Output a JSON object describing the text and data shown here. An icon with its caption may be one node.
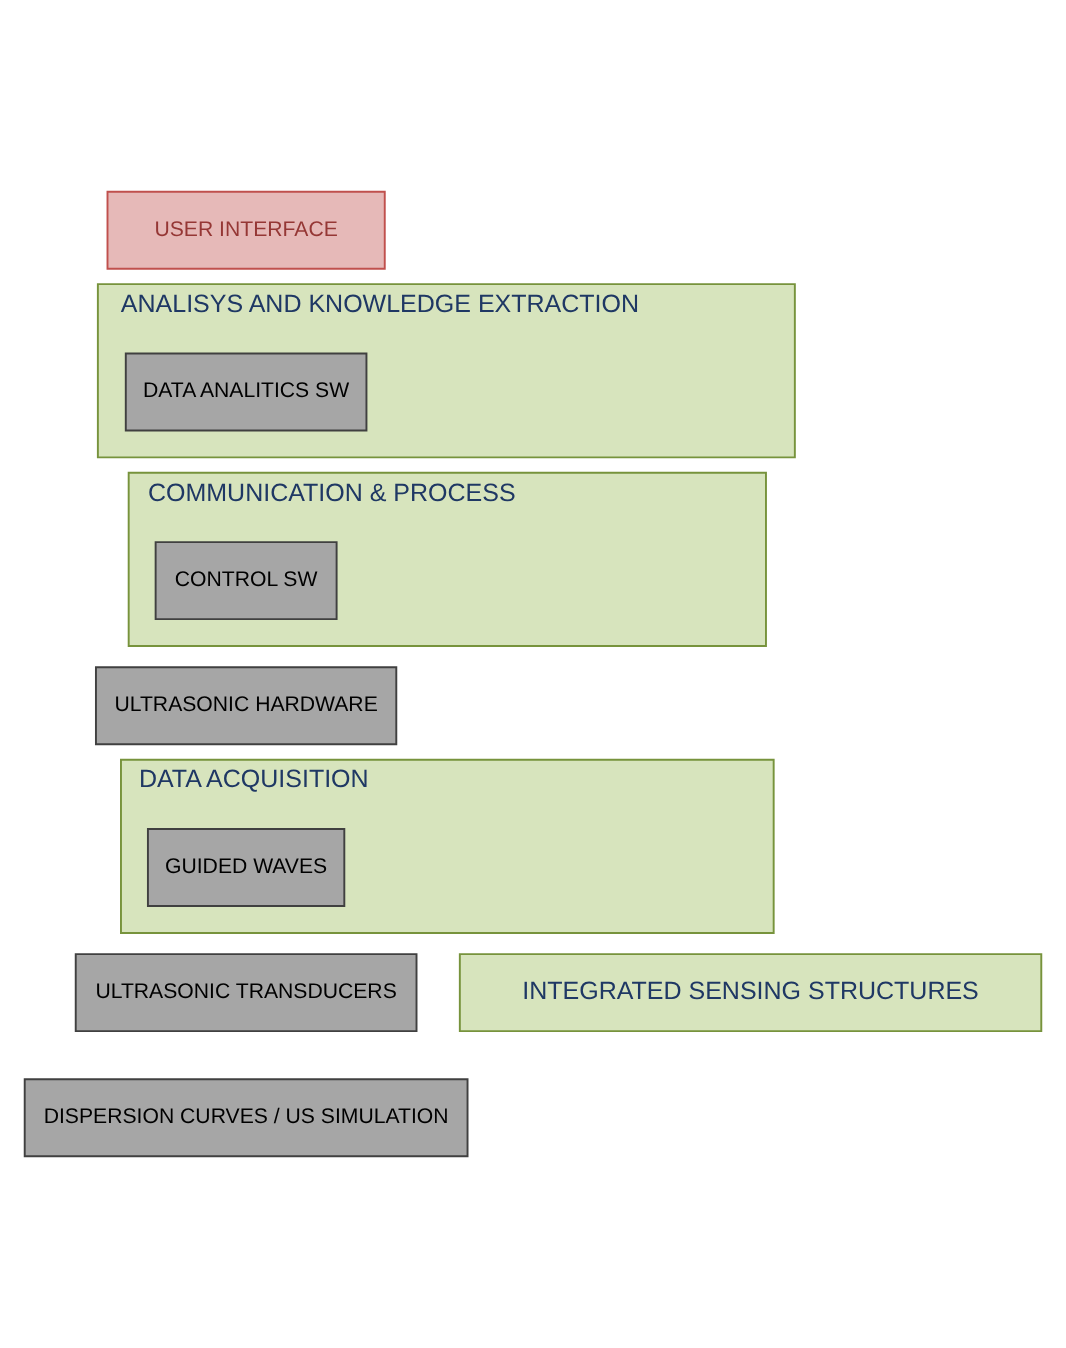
{
  "diagram": {
    "nodes": [
      {
        "text": [
          "USER INTERFACE"
        ]
      },
      {
        "text": [
          "ANALISYS AND KNOWLEDGE EXTRACTION"
        ]
      },
      {
        "text": [
          "DATA ANALITICS SW"
        ],
        "in": 1
      },
      {
        "text": [
          "COMMUNICATION & PROCESS"
        ]
      },
      {
        "text": [
          "CONTROL SW"
        ],
        "in": 3
      },
      {
        "text": [
          "ULTRASONIC HARDWARE"
        ]
      },
      {
        "text": [
          "DATA ACQUISITION"
        ]
      },
      {
        "text": [
          "GUIDED WAVES"
        ],
        "in": 6
      },
      {
        "text": [
          "INTEGRATED SENSING STRUCTURES"
        ]
      },
      {
        "text": [
          "ULTRASONIC TRANSDUCERS"
        ]
      },
      {
        "text": [
          "DISPERSION CURVES / US SIMULATION"
        ]
      }
    ],
    "edges": []
  }
}
